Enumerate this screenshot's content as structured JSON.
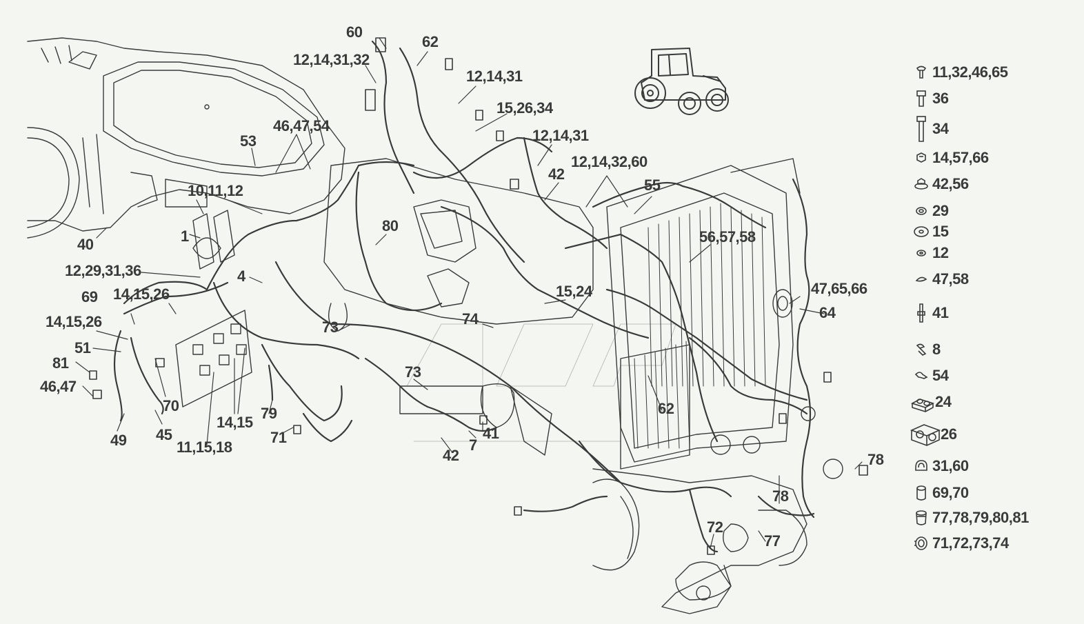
{
  "callouts": [
    {
      "id": "c-60",
      "text": "60"
    },
    {
      "id": "c-62a",
      "text": "62"
    },
    {
      "id": "c-12-14-31-32",
      "text": "12,14,31,32"
    },
    {
      "id": "c-12-14-31a",
      "text": "12,14,31"
    },
    {
      "id": "c-15-26-34",
      "text": "15,26,34"
    },
    {
      "id": "c-12-14-31b",
      "text": "12,14,31"
    },
    {
      "id": "c-46-47-54",
      "text": "46,47,54"
    },
    {
      "id": "c-53",
      "text": "53"
    },
    {
      "id": "c-12-14-32-60",
      "text": "12,14,32,60"
    },
    {
      "id": "c-42a",
      "text": "42"
    },
    {
      "id": "c-55",
      "text": "55"
    },
    {
      "id": "c-10-11-12",
      "text": "10,11,12"
    },
    {
      "id": "c-40",
      "text": "40"
    },
    {
      "id": "c-1",
      "text": "1"
    },
    {
      "id": "c-80",
      "text": "80"
    },
    {
      "id": "c-56-57-58",
      "text": "56,57,58"
    },
    {
      "id": "c-12-29-31-36",
      "text": "12,29,31,36"
    },
    {
      "id": "c-4",
      "text": "4"
    },
    {
      "id": "c-69",
      "text": "69"
    },
    {
      "id": "c-14-15-26a",
      "text": "14,15,26"
    },
    {
      "id": "c-15-24",
      "text": "15,24"
    },
    {
      "id": "c-47-65-66",
      "text": "47,65,66"
    },
    {
      "id": "c-64",
      "text": "64"
    },
    {
      "id": "c-14-15-26b",
      "text": "14,15,26"
    },
    {
      "id": "c-73a",
      "text": "73"
    },
    {
      "id": "c-74",
      "text": "74"
    },
    {
      "id": "c-51",
      "text": "51"
    },
    {
      "id": "c-81",
      "text": "81"
    },
    {
      "id": "c-73b",
      "text": "73"
    },
    {
      "id": "c-46-47",
      "text": "46,47"
    },
    {
      "id": "c-70",
      "text": "70"
    },
    {
      "id": "c-62b",
      "text": "62"
    },
    {
      "id": "c-79",
      "text": "79"
    },
    {
      "id": "c-14-15",
      "text": "14,15"
    },
    {
      "id": "c-41",
      "text": "41"
    },
    {
      "id": "c-71",
      "text": "71"
    },
    {
      "id": "c-49",
      "text": "49"
    },
    {
      "id": "c-45",
      "text": "45"
    },
    {
      "id": "c-7",
      "text": "7"
    },
    {
      "id": "c-11-15-18",
      "text": "11,15,18"
    },
    {
      "id": "c-42b",
      "text": "42"
    },
    {
      "id": "c-78a",
      "text": "78"
    },
    {
      "id": "c-78b",
      "text": "78"
    },
    {
      "id": "c-72",
      "text": "72"
    },
    {
      "id": "c-77",
      "text": "77"
    }
  ],
  "legend": [
    {
      "icon": "screw-icon",
      "text": "11,32,46,65"
    },
    {
      "icon": "bolt-short-icon",
      "text": "36"
    },
    {
      "icon": "bolt-long-icon",
      "text": "34"
    },
    {
      "icon": "hex-nut-icon",
      "text": "14,57,66"
    },
    {
      "icon": "flange-nut-icon",
      "text": "42,56"
    },
    {
      "icon": "lock-washer-icon",
      "text": "29"
    },
    {
      "icon": "flat-washer-icon",
      "text": "15"
    },
    {
      "icon": "small-washer-icon",
      "text": "12"
    },
    {
      "icon": "spring-washer-icon",
      "text": "47,58"
    },
    {
      "icon": "stud-icon",
      "text": "41"
    },
    {
      "icon": "cable-tie-icon",
      "text": "8"
    },
    {
      "icon": "clip-icon",
      "text": "54"
    },
    {
      "icon": "clamp-block-small-icon",
      "text": "24"
    },
    {
      "icon": "clamp-block-large-icon",
      "text": "26"
    },
    {
      "icon": "p-clamp-icon",
      "text": "31,60"
    },
    {
      "icon": "plug-icon",
      "text": "69,70"
    },
    {
      "icon": "cap-icon",
      "text": "77,78,79,80,81"
    },
    {
      "icon": "grommet-icon",
      "text": "71,72,73,74"
    }
  ],
  "colors": {
    "line": "#3a3a3a",
    "background": "#f4f7f1",
    "watermark": "#8a8a8a"
  }
}
